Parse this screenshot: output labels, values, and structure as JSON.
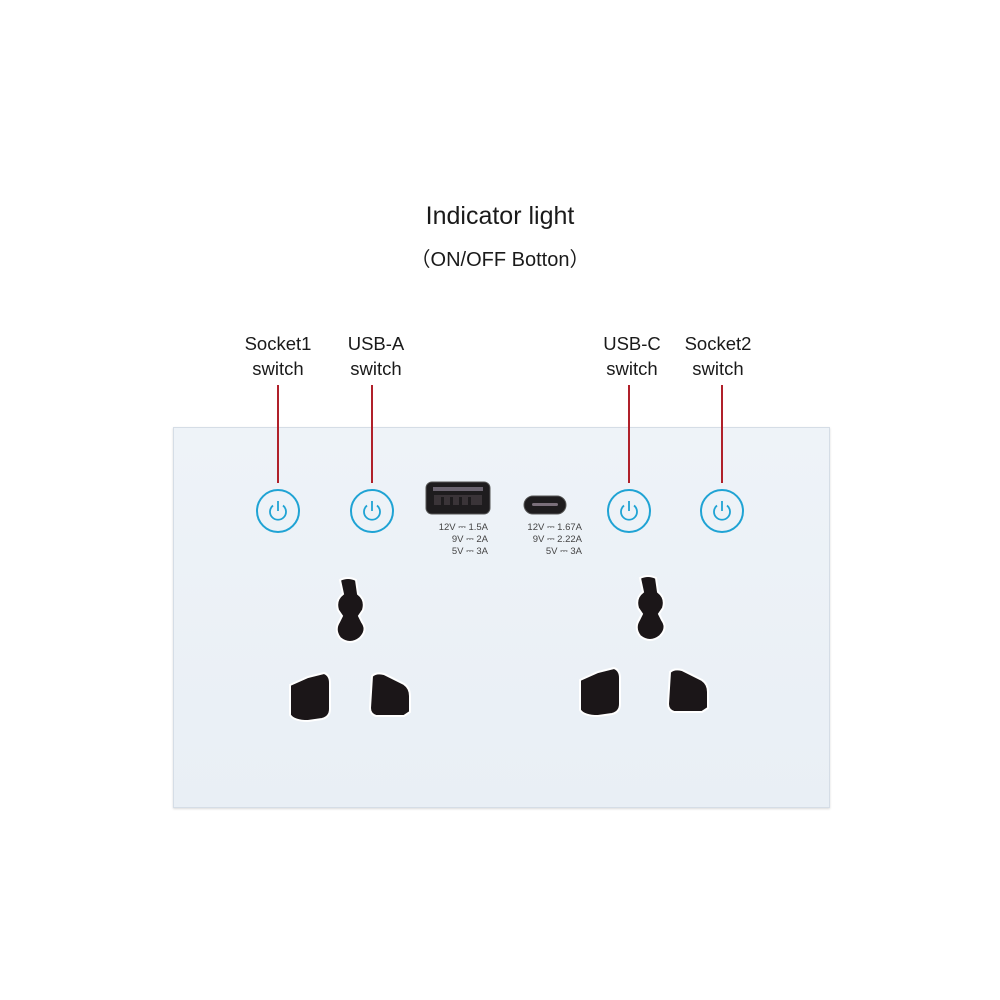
{
  "header": {
    "title": "Indicator light",
    "subtitle": "（ON/OFF Botton）"
  },
  "callouts": [
    {
      "line1": "Socket1",
      "line2": "switch"
    },
    {
      "line1": "USB-A",
      "line2": "switch"
    },
    {
      "line1": "USB-C",
      "line2": "switch"
    },
    {
      "line1": "Socket2",
      "line2": "switch"
    }
  ],
  "usb_a": {
    "specs": [
      "12V ⎓ 1.5A",
      "9V ⎓ 2A",
      "5V ⎓ 3A"
    ]
  },
  "usb_c": {
    "specs": [
      "12V ⎓ 1.67A",
      "9V ⎓ 2.22A",
      "5V ⎓ 3A"
    ]
  },
  "colors": {
    "indicator": "#1fa3d4",
    "callout_line": "#b0202a",
    "panel": "#eef3f8"
  }
}
